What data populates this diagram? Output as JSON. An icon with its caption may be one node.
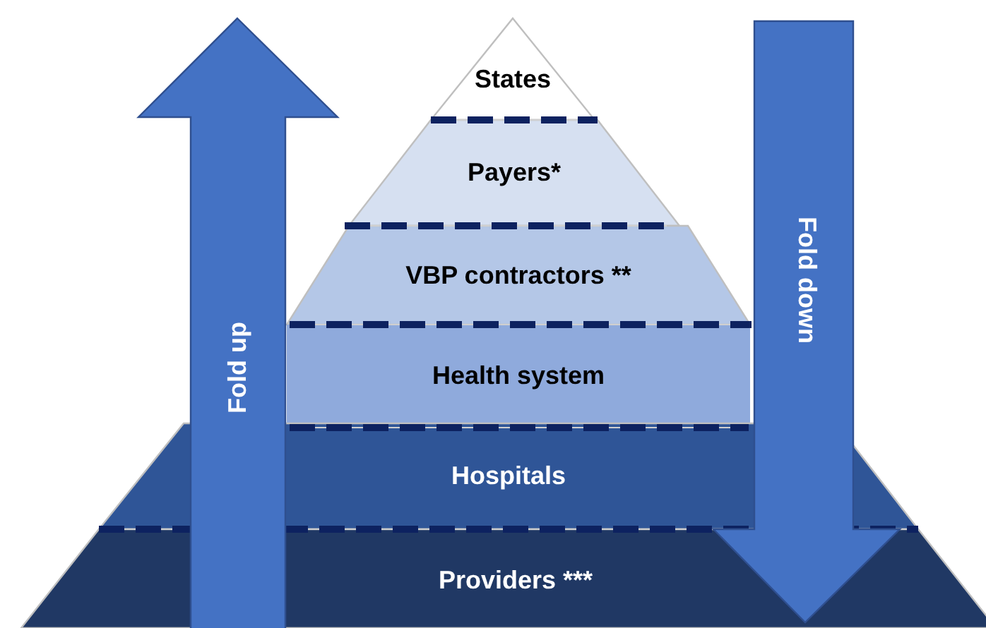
{
  "diagram": {
    "nodes": [
      {
        "text": [
          "States"
        ]
      },
      {
        "text": [
          "Payers*"
        ]
      },
      {
        "text": [
          "VBP contractors **"
        ]
      },
      {
        "text": [
          "Health system"
        ]
      },
      {
        "text": [
          "Hospitals"
        ]
      },
      {
        "text": [
          "Providers ***"
        ]
      },
      {
        "text": [
          "Fold up"
        ]
      },
      {
        "text": [
          "Fold down"
        ]
      }
    ]
  }
}
